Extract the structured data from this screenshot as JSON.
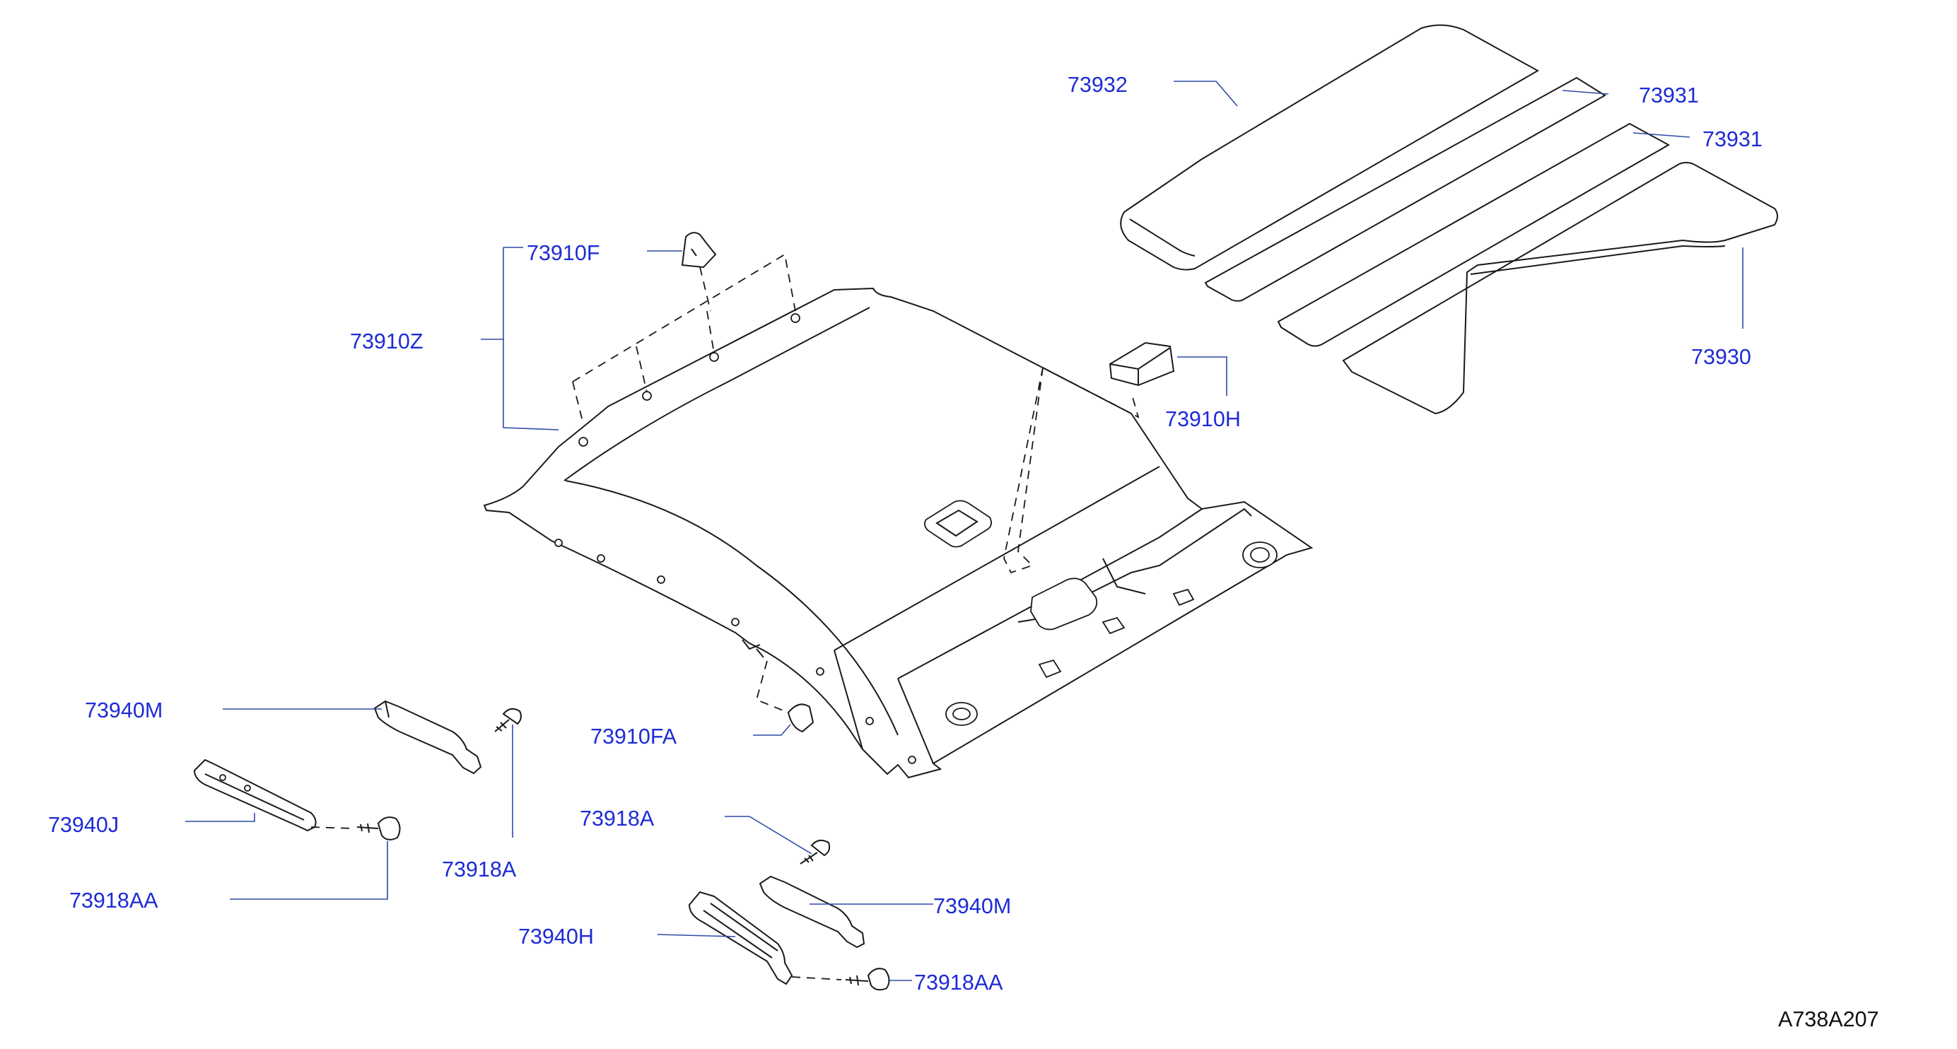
{
  "diagram": {
    "reference_code": "A738A207",
    "line_color": "#1a1a1a",
    "label_color": "#1e2bd6",
    "leader_color": "#2e4aa8",
    "labels": {
      "label_73932": "73932",
      "label_73931_upper": "73931",
      "label_73931_lower": "73931",
      "label_73930": "73930",
      "label_73910F": "73910F",
      "label_73910Z": "73910Z",
      "label_73910H": "73910H",
      "label_73910FA": "73910FA",
      "label_73940M_left": "73940M",
      "label_73940J": "73940J",
      "label_73918A_left": "73918A",
      "label_73918AA_left": "73918AA",
      "label_73918A_right": "73918A",
      "label_73940M_right": "73940M",
      "label_73940H": "73940H",
      "label_73918AA_right": "73918AA"
    }
  }
}
